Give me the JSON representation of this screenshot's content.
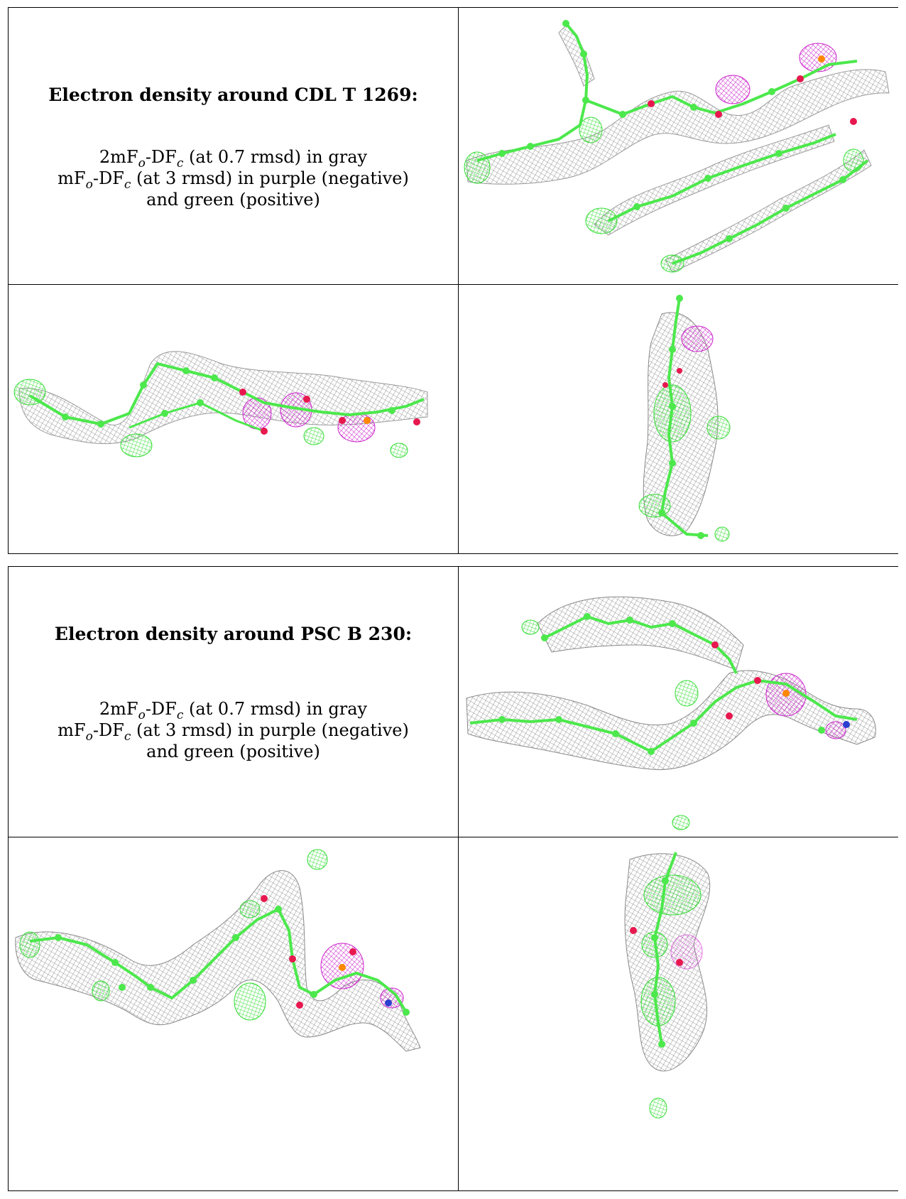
{
  "panels": [
    {
      "title": "Electron density around CDL T 1269:",
      "legend": {
        "line1_prefix": "2mF",
        "line1_sub_o": "o",
        "line1_mid": "-DF",
        "line1_sub_c": "c",
        "line1_suffix": " (at 0.7 rmsd) in gray",
        "line2_prefix": "mF",
        "line2_sub_o": "o",
        "line2_mid": "-DF",
        "line2_sub_c": "c",
        "line2_suffix": " (at 3 rmsd) in purple (negative)",
        "line3": "and green (positive)"
      }
    },
    {
      "title": "Electron density around PSC B 230:",
      "legend": {
        "line1_prefix": "2mF",
        "line1_sub_o": "o",
        "line1_mid": "-DF",
        "line1_sub_c": "c",
        "line1_suffix": " (at 0.7 rmsd) in gray",
        "line2_prefix": "mF",
        "line2_sub_o": "o",
        "line2_mid": "-DF",
        "line2_sub_c": "c",
        "line2_suffix": " (at 3 rmsd) in purple (negative)",
        "line3": "and green (positive)"
      }
    }
  ],
  "colors": {
    "density_mesh": "#8a8a8a",
    "positive_difference": "#33dd33",
    "negative_difference": "#cc22cc",
    "oxygen_atom": "#e8184f",
    "phosphorus_atom": "#ff8800",
    "nitrogen_atom": "#2a3fd0",
    "carbon_atom": "#4ce84c"
  }
}
